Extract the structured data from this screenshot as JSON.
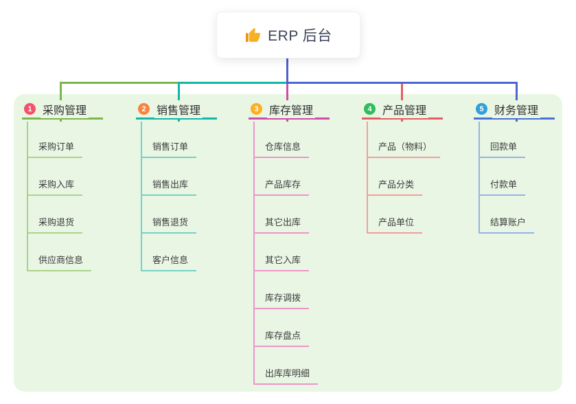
{
  "root": {
    "title": "ERP 后台",
    "icon": "thumbs-up-icon"
  },
  "colors": {
    "panel_bg": "#e9f6e4",
    "stem": "#4f5ecf",
    "branch_1": "#7ab648",
    "branch_1_light": "#a9d389",
    "badge_1": "#f5516c",
    "branch_2": "#13b5a4",
    "branch_2_light": "#76d0c6",
    "badge_2": "#f9823e",
    "branch_3": "#d04aa6",
    "branch_3_light": "#ef93c9",
    "badge_3": "#fdaf1c",
    "branch_4": "#e45c60",
    "branch_4_light": "#f49d9a",
    "badge_4": "#2fbd5b",
    "branch_5": "#4a6fd6",
    "branch_5_light": "#96b2e6",
    "badge_5": "#2da0dd"
  },
  "branches": [
    {
      "badge": "1",
      "label": "采购管理",
      "children": [
        "采购订单",
        "采购入库",
        "采购退货",
        "供应商信息"
      ]
    },
    {
      "badge": "2",
      "label": "销售管理",
      "children": [
        "销售订单",
        "销售出库",
        "销售退货",
        "客户信息"
      ]
    },
    {
      "badge": "3",
      "label": "库存管理",
      "children": [
        "仓库信息",
        "产品库存",
        "其它出库",
        "其它入库",
        "库存调拨",
        "库存盘点",
        "出库库明细"
      ]
    },
    {
      "badge": "4",
      "label": "产品管理",
      "children": [
        "产品（物料）",
        "产品分类",
        "产品单位"
      ]
    },
    {
      "badge": "5",
      "label": "财务管理",
      "children": [
        "回款单",
        "付款单",
        "结算账户"
      ]
    }
  ]
}
